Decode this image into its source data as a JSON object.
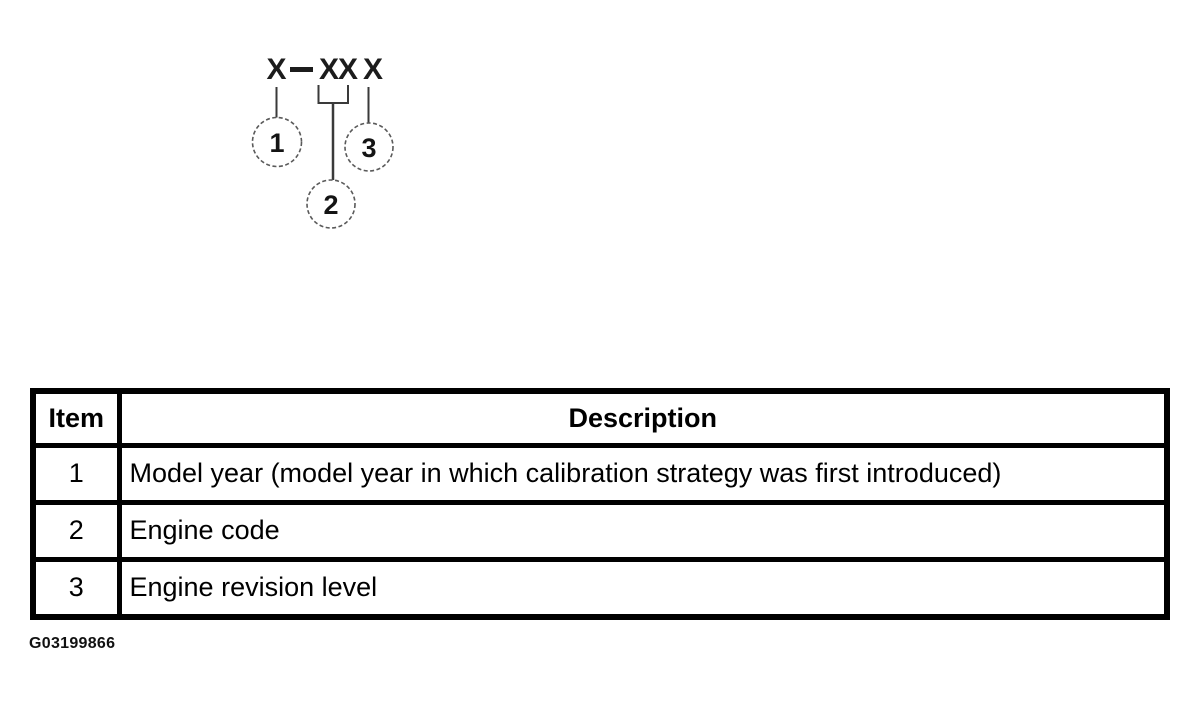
{
  "figure": {
    "pattern_parts": [
      "X",
      "-",
      "XX",
      "X"
    ],
    "callouts": [
      "1",
      "2",
      "3"
    ]
  },
  "table": {
    "headers": [
      "Item",
      "Description"
    ],
    "rows": [
      {
        "item": "1",
        "description": "Model year (model year in which calibration strategy was first introduced)"
      },
      {
        "item": "2",
        "description": "Engine code"
      },
      {
        "item": "3",
        "description": "Engine revision level"
      }
    ]
  },
  "footer": {
    "figure_id": "G03199866"
  },
  "colors": {
    "ink": "#000000",
    "diagram_stroke": "#3a3a3a",
    "circle_stroke": "#5a5a5a",
    "background": "#ffffff"
  }
}
